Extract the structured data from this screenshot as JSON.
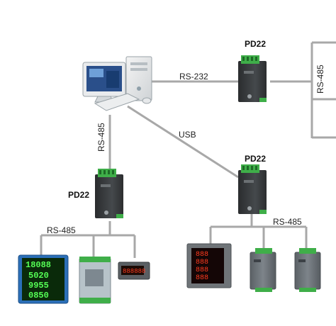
{
  "labels": {
    "pd22_top": "PD22",
    "pd22_left": "PD22",
    "pd22_mid": "PD22",
    "rs232": "RS-232",
    "usb": "USB",
    "rs485_left_vertical": "RS-485",
    "rs485_right_vertical": "RS-485",
    "rs485_left_bus": "RS-485",
    "rs485_right_bus": "RS-485"
  },
  "meter_readings": {
    "left_meter": [
      "18088",
      "5020",
      "9955",
      "0850"
    ],
    "panel_display": "888888",
    "right_meter": [
      "888",
      "888",
      "888",
      "888"
    ]
  },
  "colors": {
    "line": "#a8a8a8",
    "device_body": "#3a3d3f",
    "terminal": "#3fae49",
    "display_bg": "#0a2a0a",
    "display_fg": "#55ff55",
    "panel_red": "#ff3b1f"
  }
}
